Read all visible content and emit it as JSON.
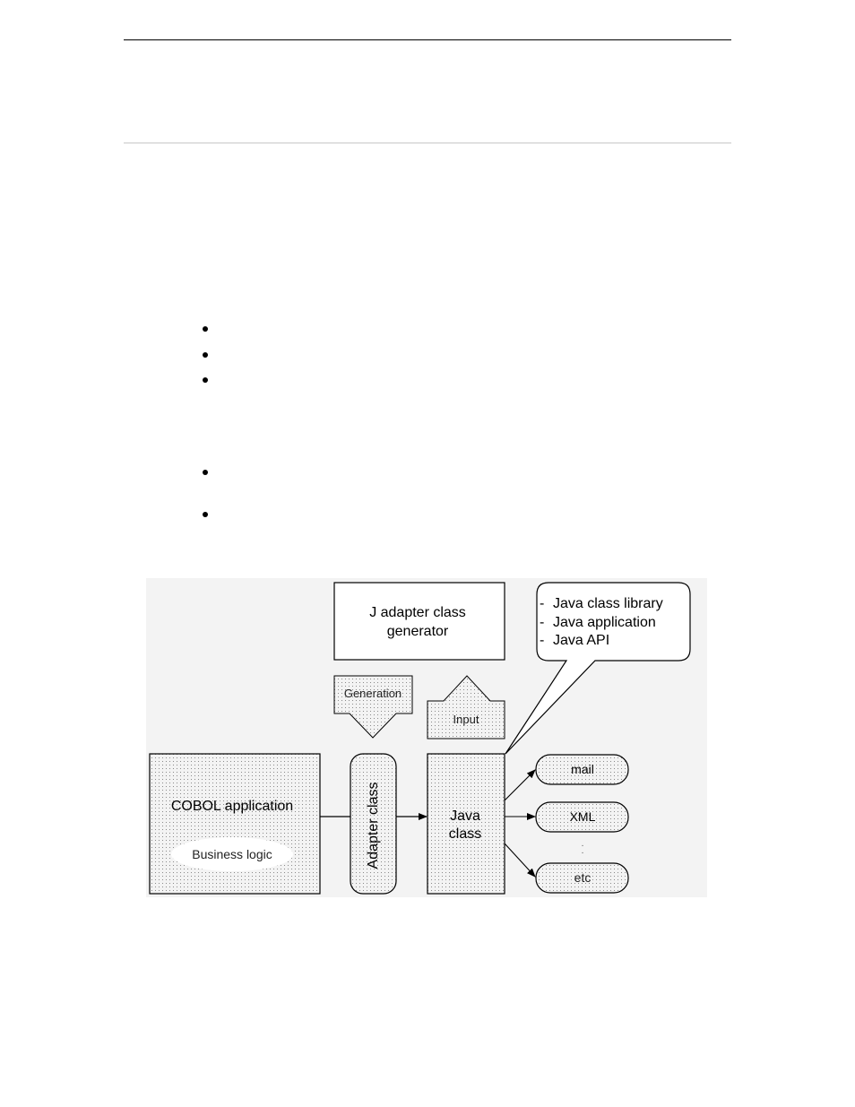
{
  "diagram": {
    "generator_title_line1": "J adapter class",
    "generator_title_line2": "generator",
    "callout_items": [
      "Java class library",
      "Java application",
      "Java API"
    ],
    "callout_dash": "-",
    "generation_label": "Generation",
    "input_label": "Input",
    "cobol_label": "COBOL application",
    "business_logic_label": "Business logic",
    "adapter_label": "Adapter class",
    "java_class_line1": "Java",
    "java_class_line2": "class",
    "outputs": [
      "mail",
      "XML",
      "etc"
    ],
    "ellipsis": "."
  },
  "colors": {
    "stroke": "#000000",
    "stipple_dot": "#8a8a8a",
    "ellipse_fill": "#ffffff",
    "rule_light": "#c8c8c8"
  }
}
